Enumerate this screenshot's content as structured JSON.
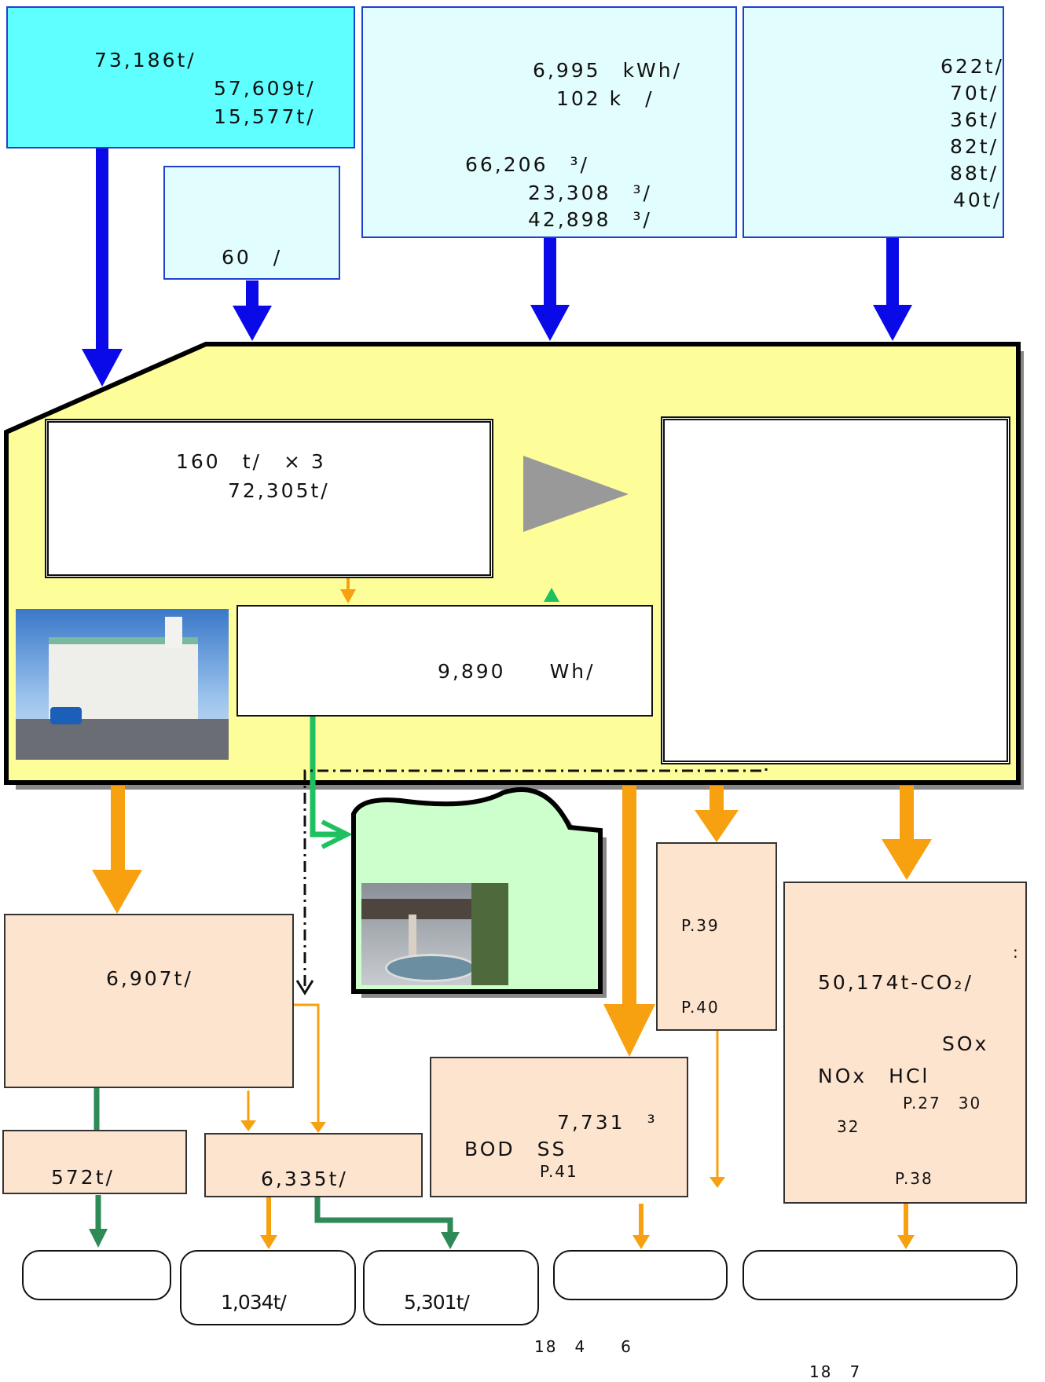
{
  "inputs": {
    "waste": {
      "total": "73,186t/",
      "line2": "57,609t/",
      "line3": "15,577t/"
    },
    "small": {
      "value": "60　/"
    },
    "utilities": {
      "elec": "6,995　kWh/",
      "fuel": "102 k　/",
      "water_total": "66,206　³/",
      "water_2": "23,308　³/",
      "water_3": "42,898　³/"
    },
    "chemicals": {
      "c1": "622t/",
      "c2": "70t/",
      "c3": "36t/",
      "c4": "82t/",
      "c5": "88t/",
      "c6": "40t/"
    }
  },
  "plant": {
    "incinerator": {
      "capacity": "160　t/　× 3",
      "processed": "72,305t/"
    },
    "power": {
      "generated": "9,890　　Wh/"
    }
  },
  "outputs": {
    "residue": {
      "value": "6,907t/"
    },
    "recycle": {
      "value": "572t/"
    },
    "landfill": {
      "value": "6,335t/"
    },
    "final_1": {
      "value": "1,034t/"
    },
    "final_2": {
      "value": "5,301t/"
    },
    "wastewater": {
      "value": "7,731　³",
      "params": "BOD　SS",
      "ref": "P.41"
    },
    "noise": {
      "ref1": "P.39",
      "ref2": "P.40"
    },
    "exhaust": {
      "colon": ":",
      "co2": "50,174t-CO₂/",
      "sox": "SOx",
      "nox_hcl": "NOx　HCl",
      "refs": "P.27　30",
      "refs2": "32",
      "ref3": "P.38"
    }
  },
  "footnotes": {
    "note1": "18　4　　6",
    "note2": "18　7"
  },
  "colors": {
    "input_arrow": "#0a0ae8",
    "output_arrow": "#f7a010",
    "green_arrow": "#1fc060",
    "dark_green": "#2e8b57",
    "plant_bg": "#fdfd9a",
    "peach": "#fde4cf"
  }
}
